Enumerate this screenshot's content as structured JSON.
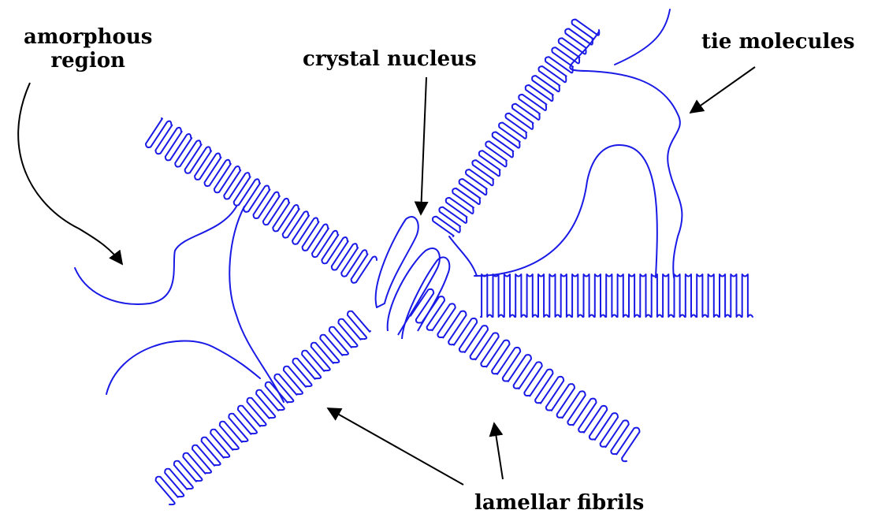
{
  "labels": {
    "amorphous_line1": "amorphous",
    "amorphous_line2": "region",
    "crystal_nucleus": "crystal nucleus",
    "tie_molecules": "tie molecules",
    "lamellar_fibrils": "lamellar fibrils"
  },
  "colors": {
    "chain": "#1a1ae6",
    "arrow": "#000000",
    "background": "#ffffff"
  }
}
